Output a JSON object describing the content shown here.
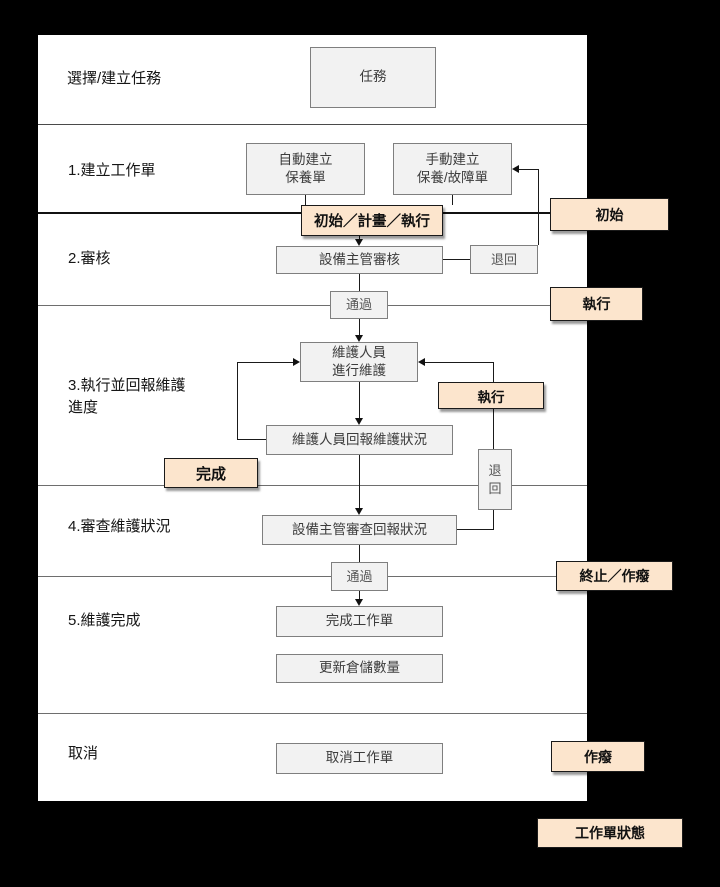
{
  "colors": {
    "background": "#000000",
    "canvas": "#ffffff",
    "process_fill": "#f2f2f2",
    "process_border": "#7f7f7f",
    "status_fill": "#fce5cd",
    "status_border": "#1a1a1a",
    "connector_line": "#1a1a1a",
    "lane_line": "#6e6e6e"
  },
  "lanes": {
    "task": "選擇/建立任務",
    "create_order": "1.建立工作單",
    "review": "2.審核",
    "execute_report": "3.執行並回報維護進度",
    "inspect_status": "4.審查維護狀況",
    "maintenance_done": "5.維護完成",
    "cancel": "取消"
  },
  "nodes": {
    "task": "任務",
    "auto_create": "自動建立\n保養單",
    "manual_create": "手動建立\n保養/故障單",
    "supervisor_review": "設備主管審核",
    "reject_review": "退回",
    "pass_review": "通過",
    "perform_maintenance": "維護人員\n進行維護",
    "report_maintenance": "維護人員回報維護狀況",
    "reject_inspect": "退\n回",
    "supervisor_inspect": "設備主管審查回報狀況",
    "pass_inspect": "通過",
    "complete_order": "完成工作單",
    "update_inventory": "更新倉儲數量",
    "cancel_order": "取消工作單"
  },
  "statuses": {
    "initial_plan_execute": "初始／計畫／執行",
    "initial": "初始",
    "executing": "執行",
    "executing_branch": "執行",
    "done": "完成",
    "terminate_void": "終止／作癈",
    "void": "作癈",
    "legend_title": "工作單狀態"
  }
}
